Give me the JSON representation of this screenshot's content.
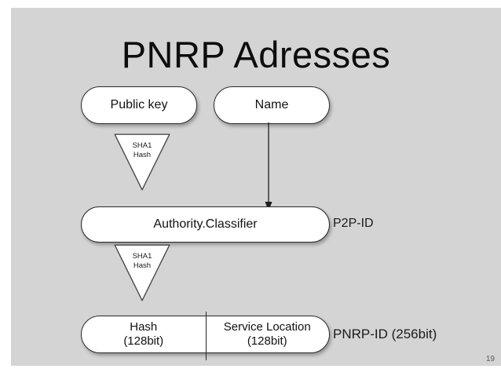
{
  "slide": {
    "title": "PNRP Adresses",
    "page_number": "19",
    "background_color": "#d4d4d4",
    "node_fill": "#ffffff",
    "stroke_color": "#2a2a2a"
  },
  "nodes": {
    "public_key": {
      "label": "Public key"
    },
    "name": {
      "label": "Name"
    },
    "authority": {
      "label": "Authority.Classifier"
    },
    "pnrp": {
      "left": {
        "line1": "Hash",
        "line2": "(128bit)"
      },
      "right": {
        "line1": "Service Location",
        "line2": "(128bit)"
      }
    }
  },
  "funnels": [
    {
      "line1": "SHA1",
      "line2": "Hash"
    },
    {
      "line1": "SHA1",
      "line2": "Hash"
    }
  ],
  "labels": {
    "p2p_id": "P2P-ID",
    "pnrp_id": "PNRP-ID (256bit)"
  }
}
